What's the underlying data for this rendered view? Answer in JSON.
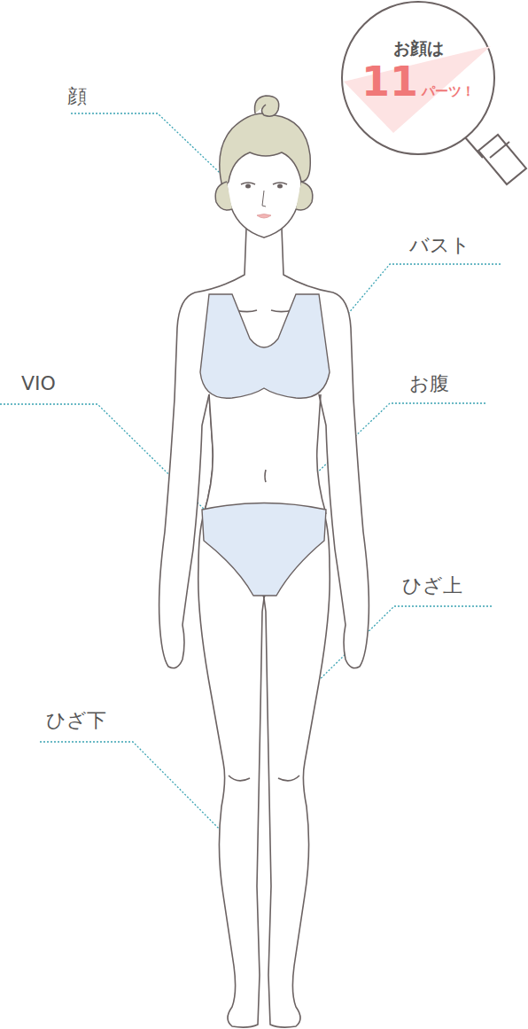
{
  "diagram": {
    "nodes": [
      {
        "text": [
          "お顔は",
          "11",
          "パーツ！"
        ]
      }
    ],
    "labels": [
      "顔",
      "バスト",
      "VIO",
      "お腹",
      "ひざ上",
      "ひざ下"
    ]
  }
}
